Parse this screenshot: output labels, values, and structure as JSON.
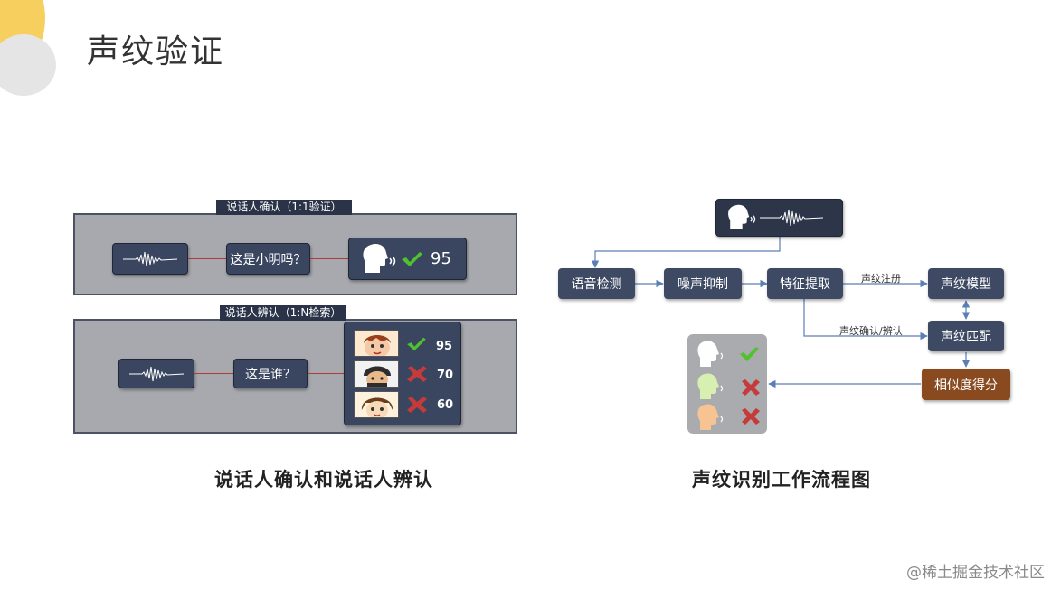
{
  "page_title": "声纹验证",
  "left": {
    "top_panel": {
      "tag": "说话人确认（1:1验证）",
      "question": "这是小明吗？",
      "score": "95"
    },
    "bottom_panel": {
      "tag": "说话人辨认（1:N检索）",
      "question": "这是谁？",
      "candidates": [
        {
          "score": "95",
          "match": true
        },
        {
          "score": "70",
          "match": false
        },
        {
          "score": "60",
          "match": false
        }
      ]
    },
    "caption": "说话人确认和说话人辨认"
  },
  "right": {
    "steps": {
      "detect": "语音检测",
      "denoise": "噪声抑制",
      "extract": "特征提取",
      "model": "声纹模型",
      "match": "声纹匹配",
      "score": "相似度得分"
    },
    "edge_labels": {
      "register": "声纹注册",
      "verify": "声纹确认/辨认"
    },
    "caption": "声纹识别工作流程图"
  },
  "watermark": "@稀土掘金技术社区",
  "colors": {
    "panel_bg": "#a7a9ae",
    "box_dark": "#3a4560",
    "score_box": "#8a4a1f",
    "arrow": "#5a7fb5",
    "check": "#4fc22e",
    "cross": "#c53a3a"
  }
}
